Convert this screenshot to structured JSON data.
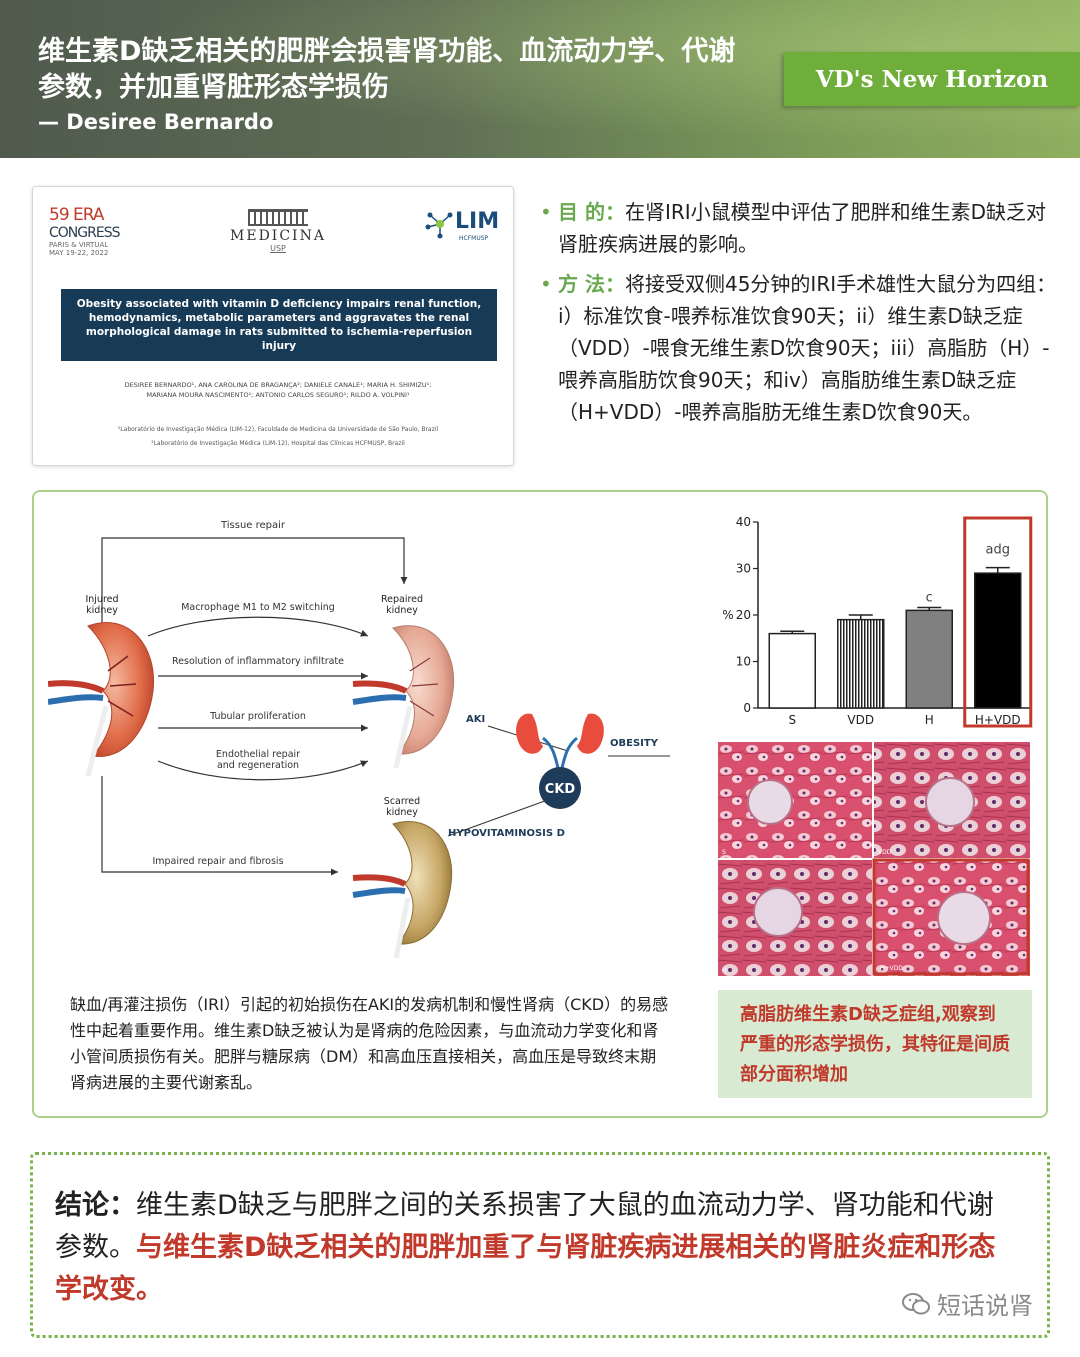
{
  "header": {
    "title": "维生素D缺乏相关的肥胖会损害肾功能、血流动力学、代谢参数，并加重肾脏形态学损伤",
    "author": "— Desiree Bernardo",
    "brand": "VD's New Horizon"
  },
  "paper": {
    "era_logo": "59 ERA",
    "era_logo_line2": "CONGRESS",
    "era_logo_small": "PARIS & VIRTUAL",
    "era_logo_date": "MAY 19-22, 2022",
    "medicina_logo": "MEDICINA",
    "medicina_sub": "USP",
    "lim_logo": "LIM",
    "lim_sub": "HCFMUSP",
    "title": "Obesity associated with vitamin D deficiency impairs renal function, hemodynamics, metabolic parameters and aggravates the renal morphological damage in rats submitted to ischemia-reperfusion injury",
    "authors_line1": "DESIREE BERNARDO¹, ANA CAROLINA DE BRAGANÇA²; DANIELE CANALE¹; MARIA H. SHIMIZU¹;",
    "authors_line2": "MARIANA MOURA NASCIMENTO¹; ANTONIO CARLOS SEGURO¹; RILDO A. VOLPINI¹",
    "affil1": "¹Laboratório de Investigação Médica (LIM-12), Faculdade de Medicina da Universidade de São Paulo, Brazil",
    "affil2": "²Laboratório de Investigação Médica (LIM-12), Hospital das Clínicas HCFMUSP, Brazil"
  },
  "bullets": [
    {
      "label": "目 的：",
      "text": "在肾IRI小鼠模型中评估了肥胖和维生素D缺乏对肾脏疾病进展的影响。"
    },
    {
      "label": "方 法：",
      "text": "将接受双侧45分钟的IRI手术雄性大鼠分为四组：i）标准饮食-喂养标准饮食90天；ii）维生素D缺乏症（VDD）-喂食无维生素D饮食90天；iii）高脂肪（H）-喂养高脂肪饮食90天；和iv）高脂肪维生素D缺乏症（H+VDD）-喂养高脂肪无维生素D饮食90天。"
    }
  ],
  "diagram": {
    "tissue_repair": "Tissue repair",
    "injured": "Injured",
    "injured2": "kidney",
    "repaired": "Repaired",
    "repaired2": "kidney",
    "scarred": "Scarred",
    "scarred2": "kidney",
    "step1": "Macrophage M1 to M2 switching",
    "step2": "Resolution of inflammatory infiltrate",
    "step3": "Tubular proliferation",
    "step4a": "Endothelial repair",
    "step4b": "and regeneration",
    "impaired": "Impaired repair and fibrosis",
    "aki": "AKI",
    "obesity": "OBESITY",
    "ckd": "CKD",
    "hypo": "HYPOVITAMINOSIS D"
  },
  "background_text": "缺血/再灌注损伤（IRI）引起的初始损伤在AKI的发病机制和慢性肾病（CKD）的易感性中起着重要作用。维生素D缺乏被认为是肾病的危险因素，与血流动力学变化和肾小管间质损伤有关。肥胖与糖尿病（DM）和高血压直接相关，高血压是导致终末期肾病进展的主要代谢紊乱。",
  "chart_data": {
    "type": "bar",
    "categories": [
      "S",
      "VDD",
      "H",
      "H+VDD"
    ],
    "values": [
      16,
      19,
      21,
      29
    ],
    "errors": [
      0.5,
      1.0,
      0.6,
      1.2
    ],
    "annotations": [
      "",
      "",
      "c",
      "adg"
    ],
    "ylabel": "%",
    "ylim": [
      0,
      40
    ],
    "yticks": [
      0,
      10,
      20,
      30,
      40
    ],
    "highlight": "H+VDD",
    "colors": {
      "S": "#ffffff",
      "VDD": "striped",
      "H": "#808080",
      "H+VDD": "#000000",
      "highlight": "#c0392b"
    }
  },
  "histology": {
    "labels": [
      "S",
      "VDD",
      "H",
      "H+VDD"
    ]
  },
  "finding": "高脂肪维生素D缺乏症组,观察到严重的形态学损伤，其特征是间质部分面积增加",
  "conclusion": {
    "label": "结论：",
    "text": "维生素D缺乏与肥胖之间的关系损害了大鼠的血流动力学、肾功能和代谢参数。",
    "red": "与维生素D缺乏相关的肥胖加重了与肾脏疾病进展相关的肾脏炎症和形态学改变。"
  },
  "watermark": "短话说肾"
}
